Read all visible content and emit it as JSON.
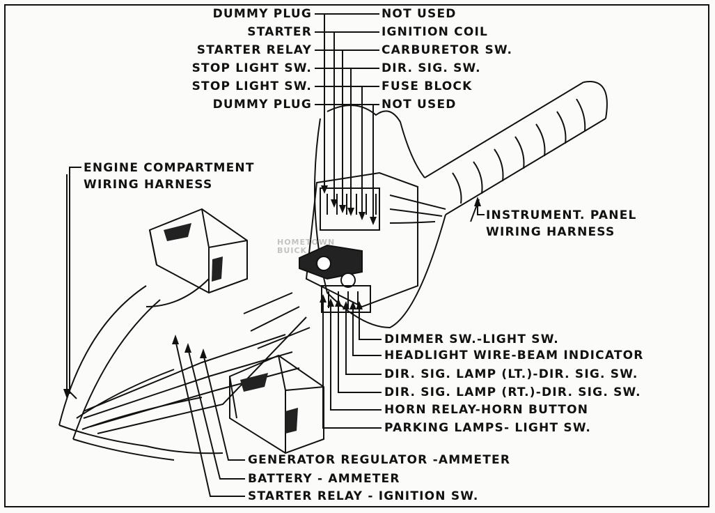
{
  "connector_top_left": [
    "DUMMY PLUG",
    "STARTER",
    "STARTER RELAY",
    "STOP LIGHT SW.",
    "STOP LIGHT SW.",
    "DUMMY PLUG"
  ],
  "connector_top_right": [
    "NOT USED",
    "IGNITION COIL",
    "CARBURETOR SW.",
    "DIR. SIG. SW.",
    "FUSE BLOCK",
    "NOT USED"
  ],
  "harness_labels": {
    "engine": [
      "ENGINE COMPARTMENT",
      "WIRING HARNESS"
    ],
    "instrument": [
      "INSTRUMENT. PANEL",
      "WIRING HARNESS"
    ]
  },
  "connector_bottom_right": [
    "DIMMER SW.-LIGHT SW.",
    "HEADLIGHT WIRE-BEAM INDICATOR",
    "DIR. SIG. LAMP (LT.)-DIR. SIG. SW.",
    "DIR. SIG. LAMP (RT.)-DIR. SIG. SW.",
    "HORN RELAY-HORN BUTTON",
    "PARKING LAMPS- LIGHT SW."
  ],
  "leads_bottom": [
    "GENERATOR REGULATOR -AMMETER",
    "BATTERY - AMMETER",
    "STARTER RELAY - IGNITION SW."
  ],
  "watermark": [
    "HOMETOWN",
    "BUICK"
  ],
  "colors": {
    "ink": "#111111",
    "paper": "#fbfbfa"
  }
}
